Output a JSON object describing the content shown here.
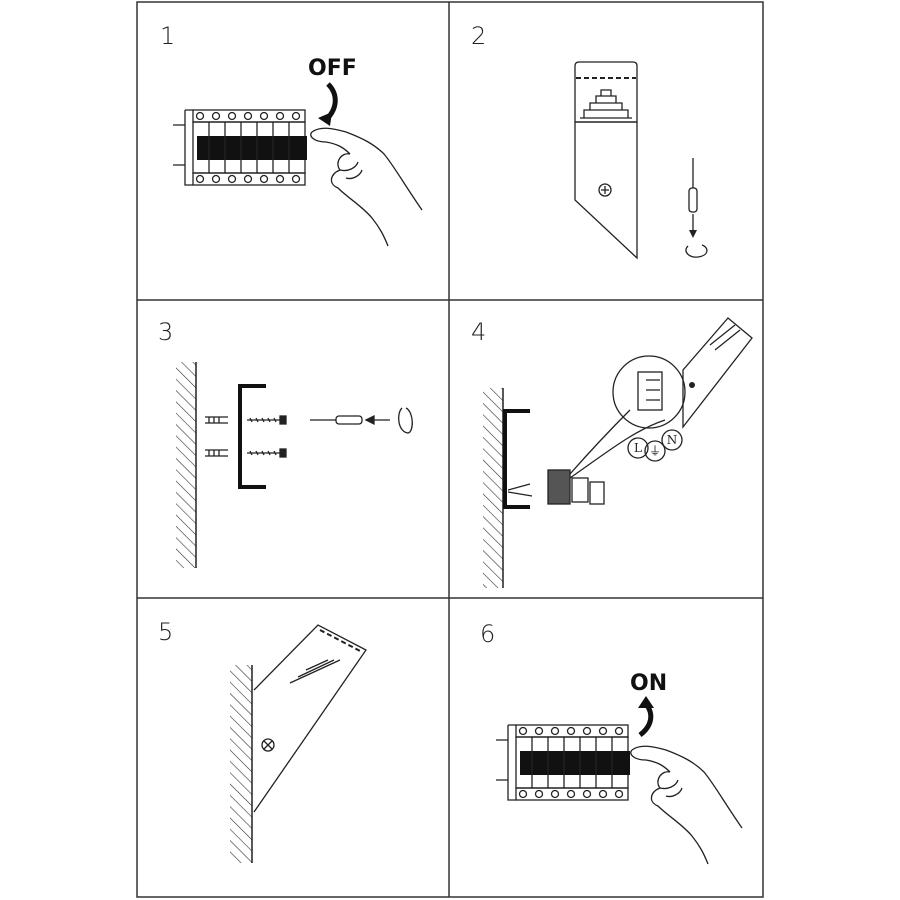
{
  "panels": [
    {
      "number": "1",
      "caption": "OFF"
    },
    {
      "number": "2"
    },
    {
      "number": "3"
    },
    {
      "number": "4",
      "terminals": [
        "L",
        "⏚",
        "N"
      ]
    },
    {
      "number": "5"
    },
    {
      "number": "6",
      "caption": "ON"
    }
  ],
  "colors": {
    "line": "#222222",
    "background": "#ffffff"
  }
}
